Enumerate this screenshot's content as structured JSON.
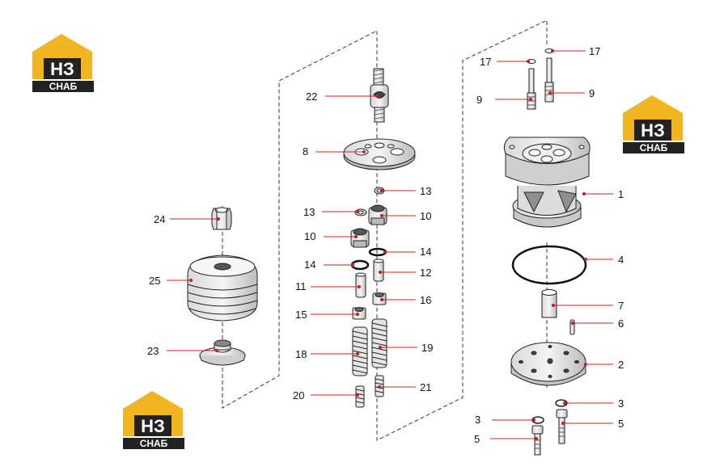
{
  "colors": {
    "leader": "#c0242b",
    "dot": "#c0242b",
    "dashed": "#2b2b9a",
    "part_line": "#222222",
    "logo_yellow": "#f3b51f",
    "logo_dark": "#222222"
  },
  "logos": [
    {
      "name": "logo-top-left",
      "mark": "НЗ",
      "sub": "СНАБ"
    },
    {
      "name": "logo-right",
      "mark": "НЗ",
      "sub": "СНАБ"
    },
    {
      "name": "logo-bottom-left",
      "mark": "НЗ",
      "sub": "СНАБ"
    }
  ],
  "callouts": [
    {
      "id": "c24",
      "label": "24"
    },
    {
      "id": "c25",
      "label": "25"
    },
    {
      "id": "c23",
      "label": "23"
    },
    {
      "id": "c22",
      "label": "22"
    },
    {
      "id": "c8",
      "label": "8"
    },
    {
      "id": "c13a",
      "label": "13"
    },
    {
      "id": "c13b",
      "label": "13"
    },
    {
      "id": "c10a",
      "label": "10"
    },
    {
      "id": "c10b",
      "label": "10"
    },
    {
      "id": "c14a",
      "label": "14"
    },
    {
      "id": "c14b",
      "label": "14"
    },
    {
      "id": "c11",
      "label": "11"
    },
    {
      "id": "c12",
      "label": "12"
    },
    {
      "id": "c15",
      "label": "15"
    },
    {
      "id": "c16",
      "label": "16"
    },
    {
      "id": "c18",
      "label": "18"
    },
    {
      "id": "c19",
      "label": "19"
    },
    {
      "id": "c20",
      "label": "20"
    },
    {
      "id": "c21",
      "label": "21"
    },
    {
      "id": "c17a",
      "label": "17"
    },
    {
      "id": "c17b",
      "label": "17"
    },
    {
      "id": "c9a",
      "label": "9"
    },
    {
      "id": "c9b",
      "label": "9"
    },
    {
      "id": "c1",
      "label": "1"
    },
    {
      "id": "c4",
      "label": "4"
    },
    {
      "id": "c7",
      "label": "7"
    },
    {
      "id": "c6",
      "label": "6"
    },
    {
      "id": "c2",
      "label": "2"
    },
    {
      "id": "c3a",
      "label": "3"
    },
    {
      "id": "c3b",
      "label": "3"
    },
    {
      "id": "c5a",
      "label": "5"
    },
    {
      "id": "c5b",
      "label": "5"
    }
  ]
}
